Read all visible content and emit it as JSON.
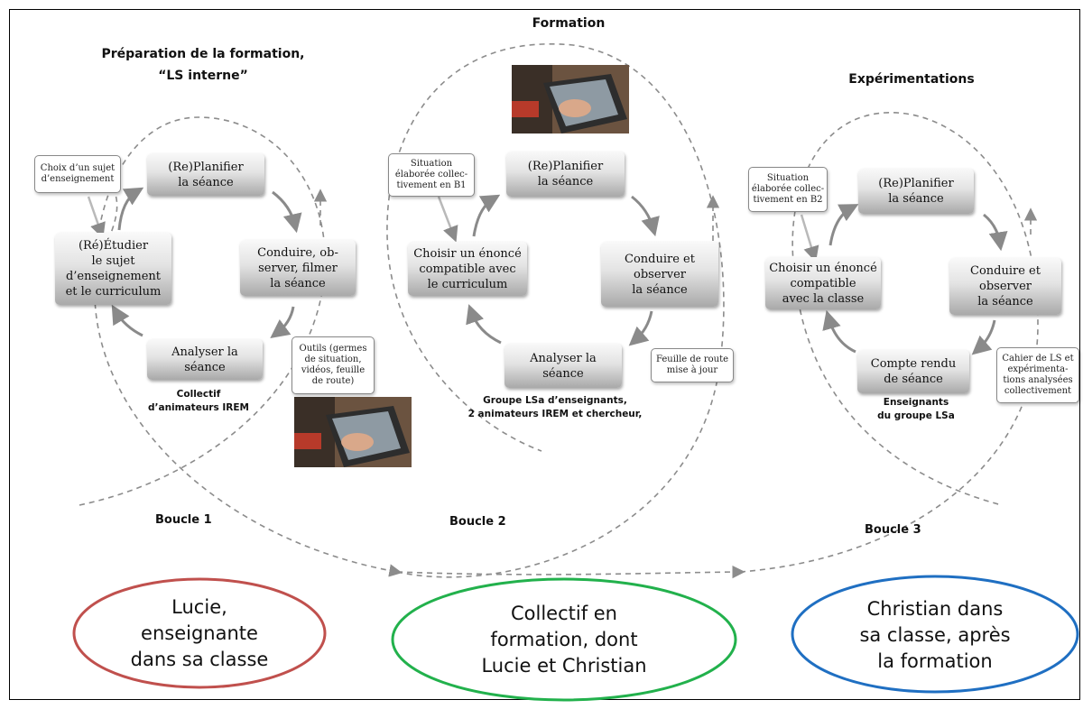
{
  "colors": {
    "red": "#c0504d",
    "green": "#22b14c",
    "blue": "#1f6fc2",
    "dashes": "#8c8c8c",
    "arrow": "#8a8a8a"
  },
  "sections": [
    {
      "title": "Préparation de la formation,\n“LS interne”",
      "loop_label": "Boucle 1",
      "caption": "Collectif\nd’animateurs IREM",
      "steps": [
        "(Re)Planifier\nla séance",
        "Conduire, ob-\nserver, filmer\nla séance",
        "Analyser la séance",
        "(Ré)Étudier\nle sujet\nd’enseignement\net le curriculum"
      ],
      "note_in": "Choix d’un sujet\nd’enseignement",
      "note_out": "Outils (germes\nde situation,\nvidéos, feuille\nde route)",
      "ellipse": "Lucie,\nenseignante\ndans sa classe"
    },
    {
      "title": "Formation",
      "loop_label": "Boucle 2",
      "caption": "Groupe LSa d’enseignants,\n2 animateurs IREM et chercheur,",
      "steps": [
        "(Re)Planifier\nla séance",
        "Conduire et\nobserver\nla séance",
        "Analyser la séance",
        "Choisir un énoncé\ncompatible avec\nle curriculum"
      ],
      "note_in": "Situation\nélaborée collec-\ntivement en B1",
      "note_out": "Feuille de route\nmise à jour",
      "ellipse": "Collectif en\nformation, dont\nLucie et Christian"
    },
    {
      "title": "Expérimentations",
      "loop_label": "Boucle 3",
      "caption": "Enseignants\ndu groupe LSa",
      "steps": [
        "(Re)Planifier\nla séance",
        "Conduire et\nobserver\nla séance",
        "Compte rendu\nde séance",
        "Choisir un énoncé\ncompatible\navec la classe"
      ],
      "note_in": "Situation\nélaborée collec-\ntivement en B2",
      "note_out": "Cahier de LS et\nexpérimenta-\ntions analysées\ncollectivement",
      "ellipse": "Christian dans\nsa classe, après\nla formation"
    }
  ]
}
